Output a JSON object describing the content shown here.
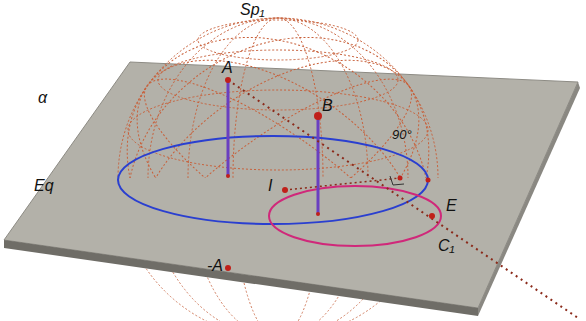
{
  "diagram": {
    "labels": [
      "Sp₁",
      "A",
      "α",
      "B",
      "Eq",
      "I",
      "90°",
      "E",
      "C₁",
      "-A"
    ]
  }
}
